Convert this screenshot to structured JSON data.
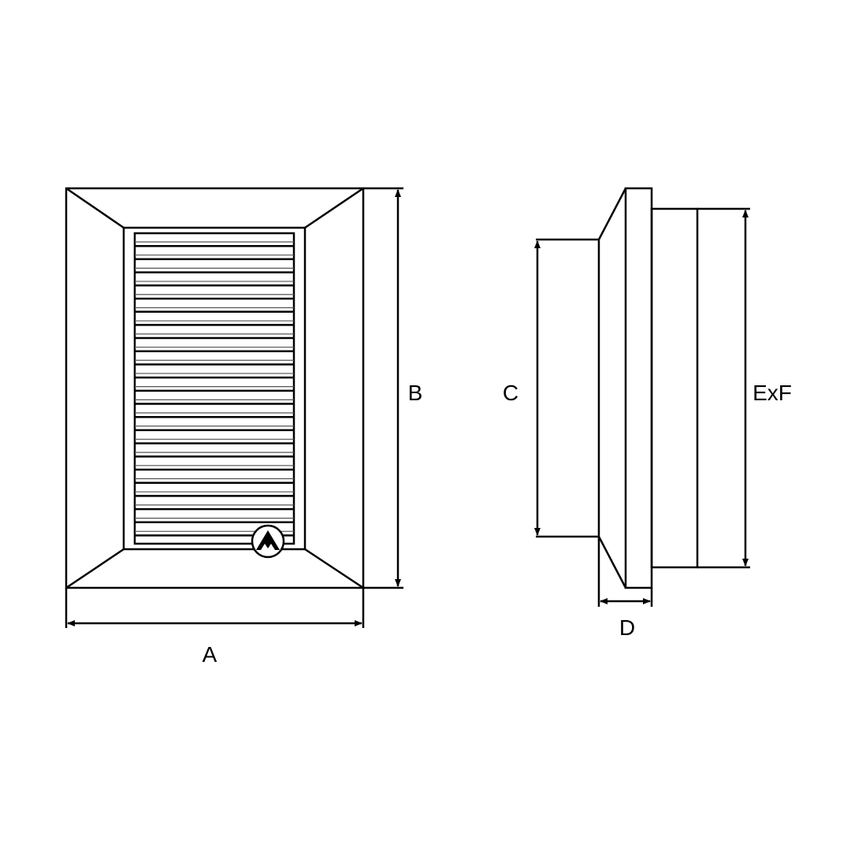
{
  "labels": {
    "width": "A",
    "height": "B",
    "duct_height": "C",
    "depth": "D",
    "spigot": "ExF"
  },
  "louver_count": 24,
  "colors": {
    "line": "#000000",
    "background": "#ffffff"
  }
}
